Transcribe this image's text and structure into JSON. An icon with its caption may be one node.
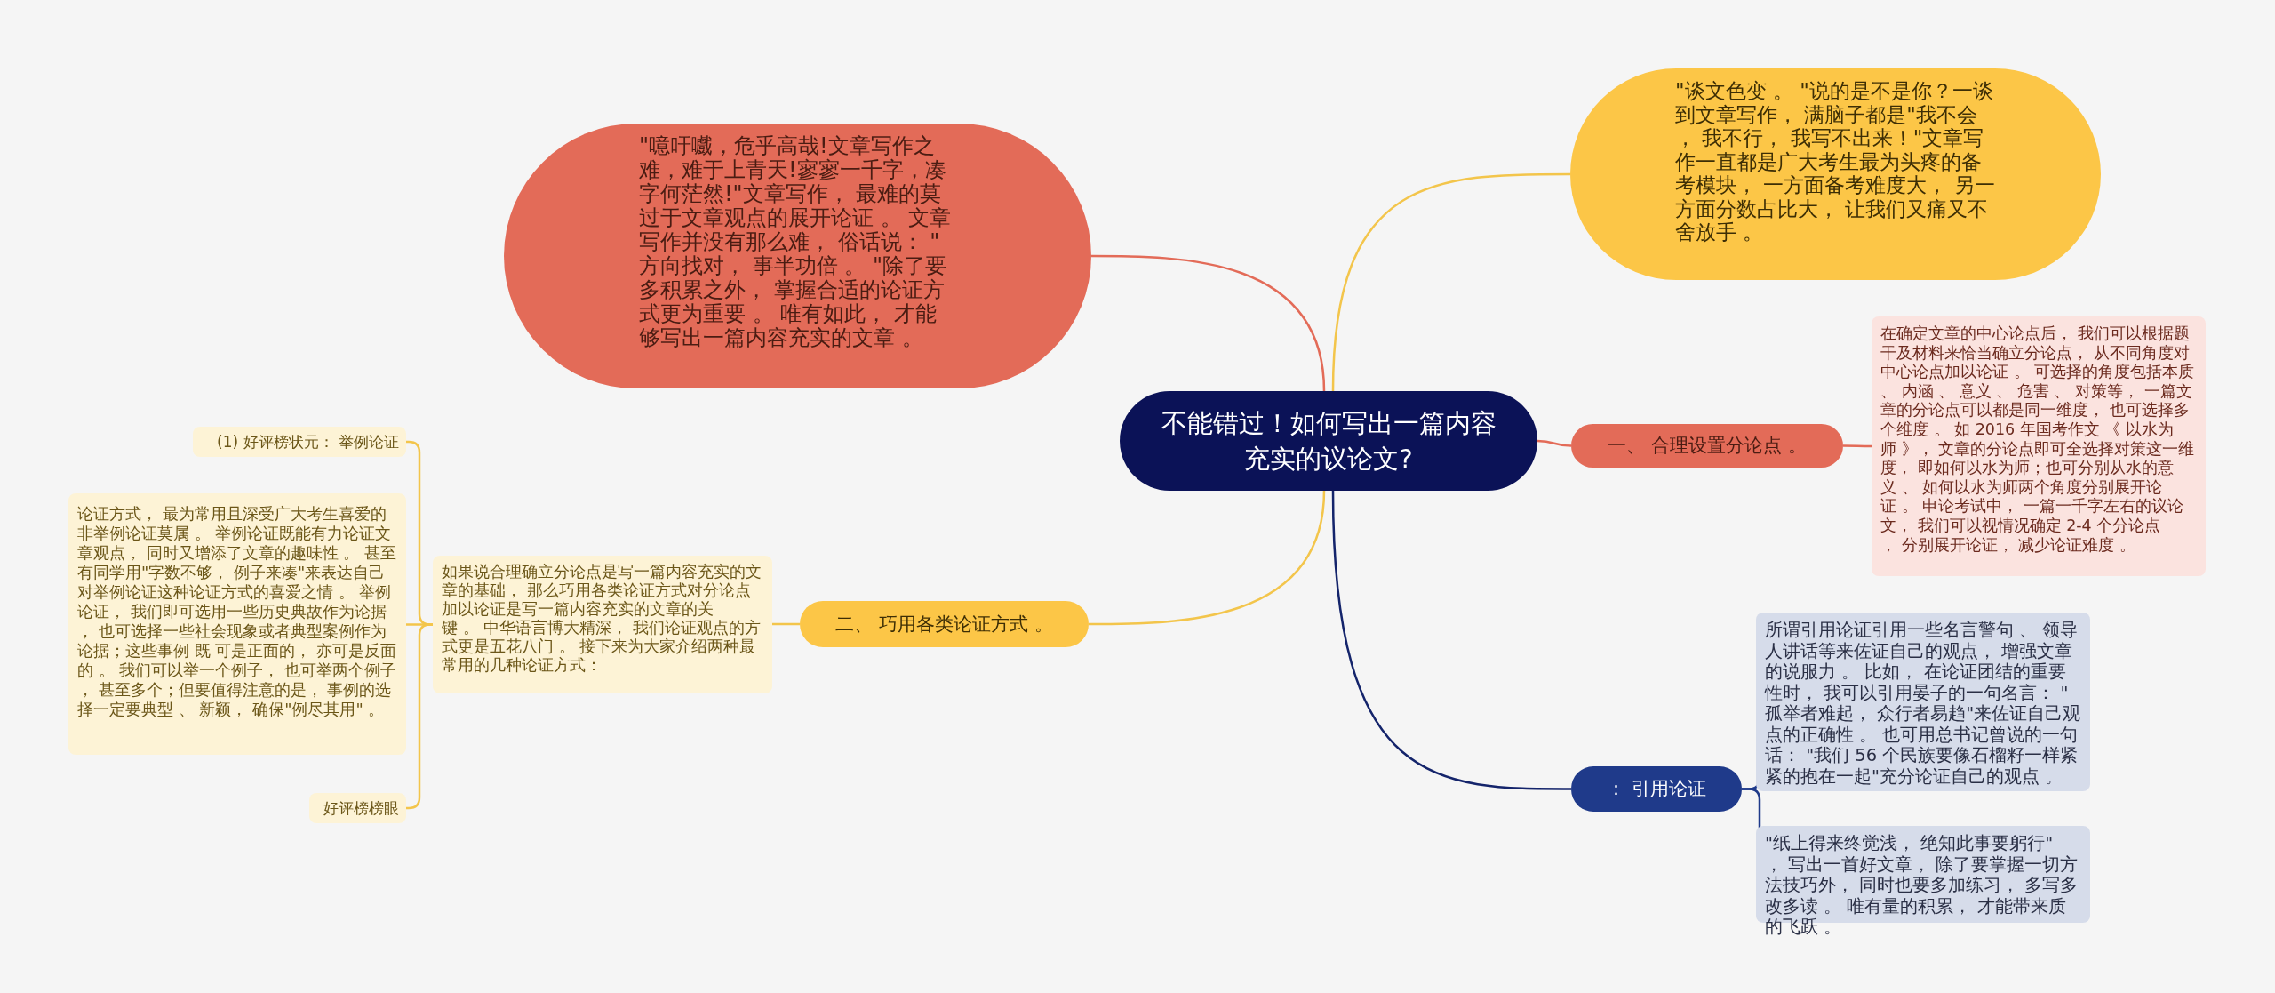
{
  "diagram": {
    "nodes": [
      {
        "text": [
          "不能错过！如何写出一篇内容充实的议论文?"
        ]
      },
      {
        "text": [
          "\"噫吁嚱，危乎高哉!文章写作之难，难于上青天!寥寥一千字，凑字何茫然!\"文章写作， 最难的莫过于文章观点的展开论证 。 文章写作并没有那么难， 俗话说： \"方向找对， 事半功倍 。 \"除了要多积累之外， 掌握合适的论证方式更为重要 。 唯有如此， 才能够写出一篇内容充实的文章 。"
        ]
      },
      {
        "text": [
          "\"谈文色变 。 \"说的是不是你？一谈到文章写作， 满脑子都是\"我不会， 我不行， 我写不出来！\"文章写作一直都是广大考生最为头疼的备考模块， 一方面备考难度大， 另一方面分数占比大， 让我们又痛又不舍放手 。"
        ]
      },
      {
        "text": [
          "一、 合理设置分论点 。"
        ]
      },
      {
        "text": [
          "在确定文章的中心论点后， 我们可以根据题干及材料来恰当确立分论点， 从不同角度对中心论点加以论证 。 可选择的角度包括本质、 内涵 、 意义 、 危害 、 对策等， 一篇文章的分论点可以都是同一维度， 也可选择多个维度 。 如 2016 年国考作文 《 以水为师 》， 文章的分论点即可全选择对策这一维度， 即如何以水为师；也可分别从水的意义 、 如何以水为师两个角度分别展开论证 。 申论考试中， 一篇一千字左右的议论文， 我们可以视情况确定 2-4 个分论点， 分别展开论证， 减少论证难度 。"
        ]
      },
      {
        "text": [
          "二、 巧用各类论证方式 。"
        ]
      },
      {
        "text": [
          "如果说合理确立分论点是写一篇内容充实的文章的基础， 那么巧用各类论证方式对分论点加以论证是写一篇内容充实的文章的关键 。 中华语言博大精深， 我们论证观点的方式更是五花八门 。 接下来为大家介绍两种最常用的几种论证方式："
        ]
      },
      {
        "text": [
          "(1) 好评榜状元： 举例论证"
        ]
      },
      {
        "text": [
          "论证方式， 最为常用且深受广大考生喜爱的非举例论证莫属 。 举例论证既能有力论证文章观点， 同时又增添了文章的趣味性 。 甚至有同学用\"字数不够， 例子来凑\"来表达自己对举例论证这种论证方式的喜爱之情 。 举例论证， 我们即可选用一些历史典故作为论据， 也可选择一些社会现象或者典型案例作为论据；这些事例 既 可是正面的， 亦可是反面的 。 我们可以举一个例子， 也可举两个例子， 甚至多个；但要值得注意的是， 事例的选择一定要典型 、 新颖， 确保\"例尽其用\" 。"
        ]
      },
      {
        "text": [
          "好评榜榜眼"
        ]
      },
      {
        "text": [
          "： 引用论证"
        ]
      },
      {
        "text": [
          "所谓引用论证引用一些名言警句 、 领导人讲话等来佐证自己的观点， 增强文章的说服力 。 比如， 在论证团结的重要性时， 我可以引用晏子的一句名言： \"孤举者难起， 众行者易趋\"来佐证自己观点的正确性 。 也可用总书记曾说的一句话： \"我们 56 个民族要像石榴籽一样紧紧的抱在一起\"充分论证自己的观点 。"
        ]
      },
      {
        "text": [
          "\"纸上得来终觉浅， 绝知此事要躬行\"， 写出一首好文章， 除了要掌握一切方法技巧外， 同时也要多加练习， 多写多改多读 。 唯有量的积累， 才能带来质的飞跃 。"
        ]
      }
    ],
    "edges": [
      {
        "from": 0,
        "to": 1,
        "arrow": "none",
        "color": "#e36b58"
      },
      {
        "from": 0,
        "to": 2,
        "arrow": "none",
        "color": "#f3c54b"
      },
      {
        "from": 0,
        "to": 3,
        "arrow": "none",
        "color": "#e36b58"
      },
      {
        "from": 3,
        "to": 4,
        "arrow": "none",
        "color": "#e36b58"
      },
      {
        "from": 0,
        "to": 5,
        "arrow": "none",
        "color": "#f3c54b"
      },
      {
        "from": 5,
        "to": 6,
        "arrow": "none",
        "color": "#f3c54b"
      },
      {
        "from": 6,
        "to": 7,
        "arrow": "none",
        "color": "#f3c54b"
      },
      {
        "from": 6,
        "to": 8,
        "arrow": "none",
        "color": "#f3c54b"
      },
      {
        "from": 6,
        "to": 9,
        "arrow": "none",
        "color": "#f3c54b"
      },
      {
        "from": 0,
        "to": 10,
        "arrow": "none",
        "color": "#14246b"
      },
      {
        "from": 10,
        "to": 11,
        "arrow": "none",
        "color": "#1f3a8a"
      },
      {
        "from": 10,
        "to": 12,
        "arrow": "none",
        "color": "#1f3a8a"
      }
    ]
  }
}
